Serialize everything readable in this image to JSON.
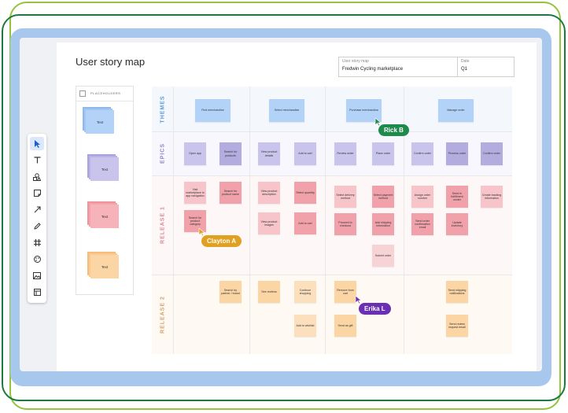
{
  "board_title": "User story map",
  "meta": {
    "map_label": "User story map",
    "map_value": "Fredwin Cycling marketplace",
    "date_label": "Date",
    "date_value": "Q1"
  },
  "toolbar": {
    "tools": [
      "pointer-icon",
      "text-icon",
      "shapes-icon",
      "sticky-note-icon",
      "arrow-line-icon",
      "pen-icon",
      "frame-icon",
      "palette-icon",
      "image-icon",
      "template-icon"
    ],
    "active_index": 0
  },
  "placeholders": {
    "title": "PLACEHOLDERS",
    "stacks": [
      {
        "label": "Text",
        "color": "#b3d2f7",
        "edge": "#8fb9ec"
      },
      {
        "label": "Text",
        "color": "#c9c4ec",
        "edge": "#a9a2de"
      },
      {
        "label": "Text",
        "color": "#f6b3ba",
        "edge": "#ef939d"
      },
      {
        "label": "Text",
        "color": "#fbd5a4",
        "edge": "#f6bd7a"
      }
    ]
  },
  "rows": {
    "themes": {
      "label": "THEMES",
      "color": "#5b9ad6"
    },
    "epics": {
      "label": "EPICS",
      "color": "#8c85c4"
    },
    "release1": {
      "label": "RELEASE 1",
      "color": "#d98b94"
    },
    "release2": {
      "label": "RELEASE 2",
      "color": "#d4a46a"
    }
  },
  "themes": [
    "Find merchandise",
    "Select merchandise",
    "Purchase merchandise",
    "Manage order"
  ],
  "epics": [
    "Open app",
    "Search for products",
    "View product details",
    "Add to cart",
    "Review order",
    "Place order",
    "Confirm order",
    "Process order",
    "Confirm order"
  ],
  "release1": [
    "Visit marketplace to app navigation",
    "Search for product name",
    "Search for product category",
    "View product description",
    "View product images",
    "Select quantity",
    "Add to cart",
    "Select delivery method",
    "Proceed to checkout",
    "Select payment method",
    "Add shipping information",
    "Submit order",
    "Assign order number",
    "Send order confirmation email",
    "Send to fulfillment center",
    "Update inventory",
    "Create tracking information"
  ],
  "release2": [
    "Search by partner / brand",
    "See reviews",
    "Continue shopping",
    "Add to wishlist",
    "Remove from cart",
    "Send as gift",
    "Send shipping notifications",
    "Send review request email"
  ],
  "cursors": [
    {
      "name": "Rick B",
      "color": "#1e8a4c"
    },
    {
      "name": "Clayton A",
      "color": "#e0a020"
    },
    {
      "name": "Erika L",
      "color": "#6b2fb3"
    }
  ]
}
